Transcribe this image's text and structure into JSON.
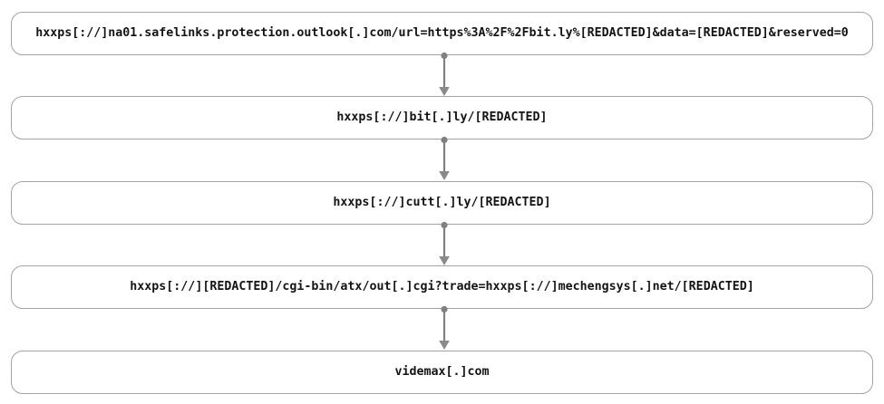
{
  "diagram": {
    "type": "vertical-flow",
    "title": "",
    "background_color": "#ffffff",
    "node_border_color": "#a3a3a3",
    "connector_color": "#808080",
    "text_color": "#141414",
    "nodes": [
      {
        "id": "node-1",
        "label": "hxxps[://]na01.safelinks.protection.outlook[.]com/url=https%3A%2F%2Fbit.ly%[REDACTED]&data=[REDACTED]&reserved=0"
      },
      {
        "id": "node-2",
        "label": "hxxps[://]bit[.]ly/[REDACTED]"
      },
      {
        "id": "node-3",
        "label": "hxxps[://]cutt[.]ly/[REDACTED]"
      },
      {
        "id": "node-4",
        "label": "hxxps[://][REDACTED]/cgi-bin/atx/out[.]cgi?trade=hxxps[://]mechengsys[.]net/[REDACTED]"
      },
      {
        "id": "node-5",
        "label": "videmax[.]com"
      }
    ],
    "connectors": [
      {
        "id": "connector-1",
        "from": "node-1",
        "to": "node-2"
      },
      {
        "id": "connector-2",
        "from": "node-2",
        "to": "node-3"
      },
      {
        "id": "connector-3",
        "from": "node-3",
        "to": "node-4"
      },
      {
        "id": "connector-4",
        "from": "node-4",
        "to": "node-5"
      }
    ]
  }
}
